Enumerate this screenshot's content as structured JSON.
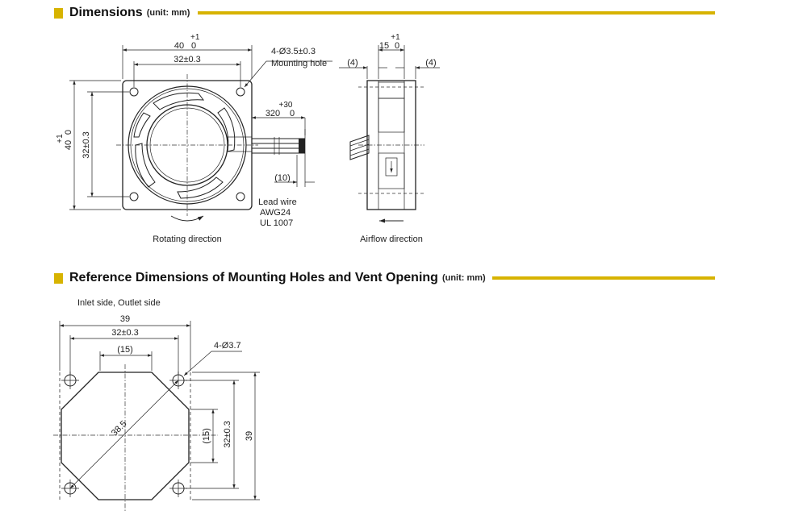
{
  "section1": {
    "title": "Dimensions",
    "unit": "(unit: mm)"
  },
  "section2": {
    "title": "Reference Dimensions of Mounting Holes and Vent Opening",
    "unit": "(unit: mm)"
  },
  "accent_color": "#d7b300",
  "front_view": {
    "width_dim": "40",
    "width_tol_upper": "+1",
    "width_tol_lower": "0",
    "inner_width_dim": "32±0.3",
    "height_dim": "40",
    "height_tol_upper": "+1",
    "height_tol_lower": "0",
    "inner_height_dim": "32±0.3",
    "hole_label": "4-Ø3.5±0.3",
    "hole_label2": "Mounting hole",
    "lead_length": "320",
    "lead_tol_upper": "+30",
    "lead_tol_lower": "0",
    "strip_length": "(10)",
    "lead_wire_1": "Lead wire",
    "lead_wire_2": "AWG24",
    "lead_wire_3": "UL 1007",
    "caption": "Rotating direction"
  },
  "side_view": {
    "depth_dim": "15",
    "depth_tol_upper": "+1",
    "depth_tol_lower": "0",
    "side_left": "(4)",
    "side_right": "(4)",
    "caption": "Airflow direction"
  },
  "ref_view": {
    "subtitle": "Inlet side, Outlet side",
    "outer_width": "39",
    "pitch_width": "32±0.3",
    "vent_width": "(15)",
    "hole_label": "4-Ø3.7",
    "diagonal": "38.5",
    "vent_height": "(15)",
    "pitch_height": "32±0.3",
    "outer_height": "39"
  }
}
